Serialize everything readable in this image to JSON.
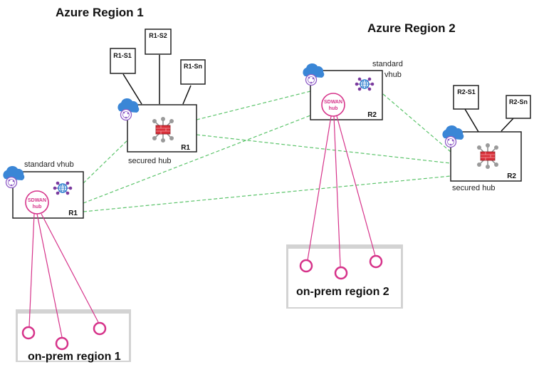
{
  "diagram": {
    "regions": [
      {
        "id": "region1",
        "title": "Azure Region 1"
      },
      {
        "id": "region2",
        "title": "Azure Region 2"
      }
    ],
    "hubs": {
      "r1_secured": {
        "label": "secured hub",
        "tag": "R1",
        "icon": "firewall-icon"
      },
      "r1_standard": {
        "label": "standard vhub",
        "tag": "R1",
        "icon": "globe-icon",
        "sdwan_lines": [
          "SDWAN",
          "hub"
        ]
      },
      "r2_standard": {
        "label_lines": [
          "standard",
          "vhub"
        ],
        "tag": "R2",
        "icon": "globe-icon",
        "sdwan_lines": [
          "SDWAN",
          "hub"
        ]
      },
      "r2_secured": {
        "label": "secured hub",
        "tag": "R2",
        "icon": "firewall-icon"
      }
    },
    "spokes": {
      "r1": [
        "R1-S1",
        "R1-S2",
        "R1-Sn"
      ],
      "r2": [
        "R2-S1",
        "R2-Sn"
      ]
    },
    "onprem": [
      {
        "id": "onprem1",
        "label": "on-prem region 1",
        "sites": 3
      },
      {
        "id": "onprem2",
        "label": "on-prem region 2",
        "sites": 3
      }
    ],
    "connections": {
      "hub_mesh_style": "dashed",
      "hub_mesh_color": "#5cc46b",
      "sdwan_link_color": "#d6338a",
      "spoke_link_color": "#111111"
    },
    "colors": {
      "cloud": "#3a86d6",
      "cloud_badge": "#8e5bc7",
      "firewall": "#d9303a",
      "globe": "#2f7fcf",
      "globe_nodes": "#7a3a9e",
      "fw_nodes": "#9a9a9a",
      "onprem_border": "#d3d3d3"
    }
  }
}
